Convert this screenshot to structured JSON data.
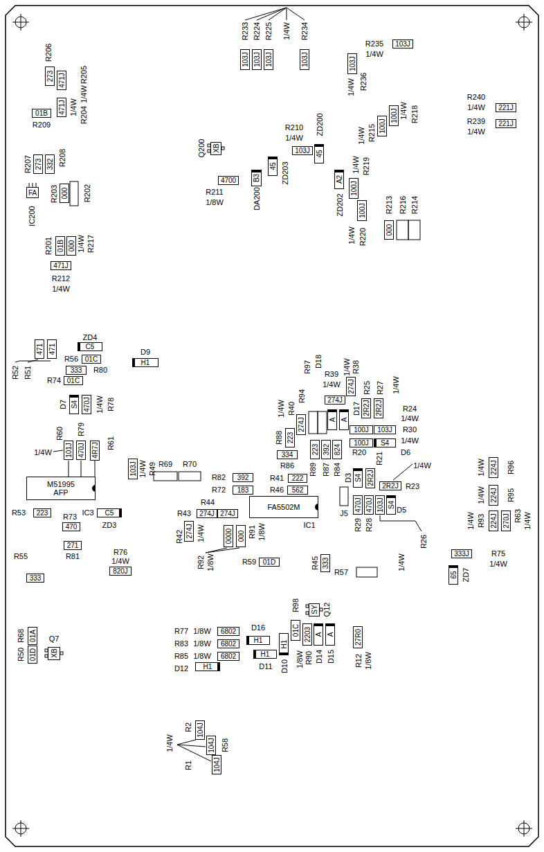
{
  "diagram": {
    "nodes": [
      {
        "text": [
          "103J"
        ]
      },
      {
        "text": [
          "103J"
        ]
      },
      {
        "text": [
          "103J"
        ]
      },
      {
        "text": [
          "103J"
        ]
      },
      {
        "text": [
          "103J"
        ]
      },
      {
        "text": [
          "103J"
        ]
      },
      {
        "text": [
          "273"
        ]
      },
      {
        "text": [
          "471J"
        ]
      },
      {
        "text": [
          "471J"
        ]
      },
      {
        "text": [
          "01B"
        ]
      },
      {
        "text": [
          "221J"
        ]
      },
      {
        "text": [
          "221J"
        ]
      },
      {
        "text": [
          "100J"
        ]
      },
      {
        "text": [
          "100J"
        ]
      },
      {
        "text": [
          "103J"
        ]
      },
      {
        "text": [
          "45"
        ]
      },
      {
        "text": [
          "XB"
        ]
      },
      {
        "text": [
          "45"
        ]
      },
      {
        "text": [
          "4700"
        ]
      },
      {
        "text": [
          "B3"
        ]
      },
      {
        "text": [
          "A2"
        ]
      },
      {
        "text": [
          "100J"
        ]
      },
      {
        "text": [
          "100J"
        ]
      },
      {
        "text": [
          "000"
        ]
      },
      {
        "text": [
          "273"
        ]
      },
      {
        "text": [
          "332"
        ]
      },
      {
        "text": [
          "000"
        ]
      },
      {
        "text": [
          "FA"
        ]
      },
      {
        "text": [
          "01B"
        ]
      },
      {
        "text": [
          "000"
        ]
      },
      {
        "text": [
          "471J"
        ]
      },
      {
        "text": [
          "471"
        ]
      },
      {
        "text": [
          "471"
        ]
      },
      {
        "text": [
          "C5"
        ]
      },
      {
        "text": [
          "01C"
        ]
      },
      {
        "text": [
          "333"
        ]
      },
      {
        "text": [
          "H1"
        ]
      },
      {
        "text": [
          "01C"
        ]
      },
      {
        "text": [
          "S4"
        ]
      },
      {
        "text": [
          "470J"
        ]
      },
      {
        "text": [
          "101J"
        ]
      },
      {
        "text": [
          "470J"
        ]
      },
      {
        "text": [
          "4R7J"
        ]
      },
      {
        "text": [
          "103J"
        ]
      },
      {
        "text": [
          "M51995",
          "AFP"
        ]
      },
      {
        "text": [
          "C5"
        ]
      },
      {
        "text": [
          "223"
        ]
      },
      {
        "text": [
          "470"
        ]
      },
      {
        "text": [
          "271"
        ]
      },
      {
        "text": [
          "333"
        ]
      },
      {
        "text": [
          "820J"
        ]
      },
      {
        "text": [
          "392"
        ]
      },
      {
        "text": [
          "183"
        ]
      },
      {
        "text": [
          "274J"
        ]
      },
      {
        "text": [
          "274J"
        ]
      },
      {
        "text": [
          "274J"
        ]
      },
      {
        "text": [
          "FA5502M"
        ]
      },
      {
        "text": [
          "0000"
        ]
      },
      {
        "text": [
          "000"
        ]
      },
      {
        "text": [
          "01D"
        ]
      },
      {
        "text": [
          "333"
        ]
      },
      {
        "text": [
          "274J"
        ]
      },
      {
        "text": [
          "274J"
        ]
      },
      {
        "text": [
          "2R2J"
        ]
      },
      {
        "text": [
          "2R2J"
        ]
      },
      {
        "text": [
          "A"
        ]
      },
      {
        "text": [
          "A"
        ]
      },
      {
        "text": [
          "274J"
        ]
      },
      {
        "text": [
          "223"
        ]
      },
      {
        "text": [
          "100J"
        ]
      },
      {
        "text": [
          "103J"
        ]
      },
      {
        "text": [
          "100J"
        ]
      },
      {
        "text": [
          "S4"
        ]
      },
      {
        "text": [
          "223"
        ]
      },
      {
        "text": [
          "392"
        ]
      },
      {
        "text": [
          "824"
        ]
      },
      {
        "text": [
          "334"
        ]
      },
      {
        "text": [
          "222"
        ]
      },
      {
        "text": [
          "562"
        ]
      },
      {
        "text": [
          "S4"
        ]
      },
      {
        "text": [
          "2R2J"
        ]
      },
      {
        "text": [
          "2R2J"
        ]
      },
      {
        "text": [
          "470J"
        ]
      },
      {
        "text": [
          "470J"
        ]
      },
      {
        "text": [
          "103J"
        ]
      },
      {
        "text": [
          "S4"
        ]
      },
      {
        "text": [
          "224J"
        ]
      },
      {
        "text": [
          "224J"
        ]
      },
      {
        "text": [
          "224J"
        ]
      },
      {
        "text": [
          "270J"
        ]
      },
      {
        "text": [
          "333J"
        ]
      },
      {
        "text": [
          "65"
        ]
      },
      {
        "text": [
          "SY"
        ]
      },
      {
        "text": [
          "01C"
        ]
      },
      {
        "text": [
          "2203"
        ]
      },
      {
        "text": [
          "A"
        ]
      },
      {
        "text": [
          "A"
        ]
      },
      {
        "text": [
          "27R0"
        ]
      },
      {
        "text": [
          "6802"
        ]
      },
      {
        "text": [
          "6802"
        ]
      },
      {
        "text": [
          "6802"
        ]
      },
      {
        "text": [
          "H1"
        ]
      },
      {
        "text": [
          "H1"
        ]
      },
      {
        "text": [
          "H1"
        ]
      },
      {
        "text": [
          "H1"
        ]
      },
      {
        "text": [
          "01A"
        ]
      },
      {
        "text": [
          "01D"
        ]
      },
      {
        "text": [
          "XB"
        ]
      },
      {
        "text": [
          "104J"
        ]
      },
      {
        "text": [
          "104J"
        ]
      },
      {
        "text": [
          "104J"
        ]
      }
    ],
    "labels": [
      "R233",
      "R224",
      "R225",
      "1/4W",
      "R234",
      "R235",
      "1/4W",
      "R236",
      "1/4W",
      "R206",
      "R205",
      "1/4W",
      "R204",
      "1/4W",
      "R209",
      "R240",
      "1/4W",
      "R239",
      "1/4W",
      "R218",
      "1/4W",
      "R215",
      "1/4W",
      "ZD200",
      "R210",
      "1/4W",
      "Q200",
      "ZD203",
      "R211",
      "1/8W",
      "DA200",
      "ZD202",
      "R219",
      "1/4W",
      "R220",
      "1/4W",
      "R213",
      "R216",
      "R214",
      "R207",
      "R208",
      "R203",
      "R202",
      "IC200",
      "R201",
      "1/4W",
      "R217",
      "R212",
      "1/4W",
      "R51",
      "R52",
      "ZD4",
      "R56",
      "R80",
      "D9",
      "R74",
      "D7",
      "R78",
      "1/4W",
      "R79",
      "R60",
      "R61",
      "1/4W",
      "R49",
      "1/4W",
      "IC3",
      "ZD3",
      "R69",
      "R70",
      "R53",
      "R73",
      "R55",
      "R81",
      "R76",
      "1/4W",
      "R82",
      "R72",
      "R44",
      "R43",
      "R42",
      "1/4W",
      "IC1",
      "R92",
      "1/8W",
      "R91",
      "1/8W",
      "R59",
      "R45",
      "R57",
      "D18",
      "R97",
      "R94",
      "R40",
      "1/4W",
      "R39",
      "1/4W",
      "R38",
      "1/4W",
      "R25",
      "R27",
      "1/4W",
      "D17",
      "R24",
      "1/4W",
      "R30",
      "1/4W",
      "R88",
      "R86",
      "R89",
      "R87",
      "R84",
      "R41",
      "R46",
      "R20",
      "D6",
      "R21",
      "1/4W",
      "D3",
      "R23",
      "J5",
      "R29",
      "R28",
      "D5",
      "R26",
      "1/4W",
      "R96",
      "1/4W",
      "R95",
      "1/4W",
      "R93",
      "1/4W",
      "R63",
      "1/4W",
      "R75",
      "1/4W",
      "ZD7",
      "R98",
      "Q12",
      "R90",
      "1/8W",
      "D14",
      "D15",
      "R12",
      "1/8W",
      "R77",
      "1/8W",
      "R83",
      "1/8W",
      "R85",
      "1/8W",
      "D16",
      "D11",
      "D10",
      "D12",
      "R68",
      "R50",
      "Q7",
      "R2",
      "1/4W",
      "R1",
      "R58"
    ]
  }
}
